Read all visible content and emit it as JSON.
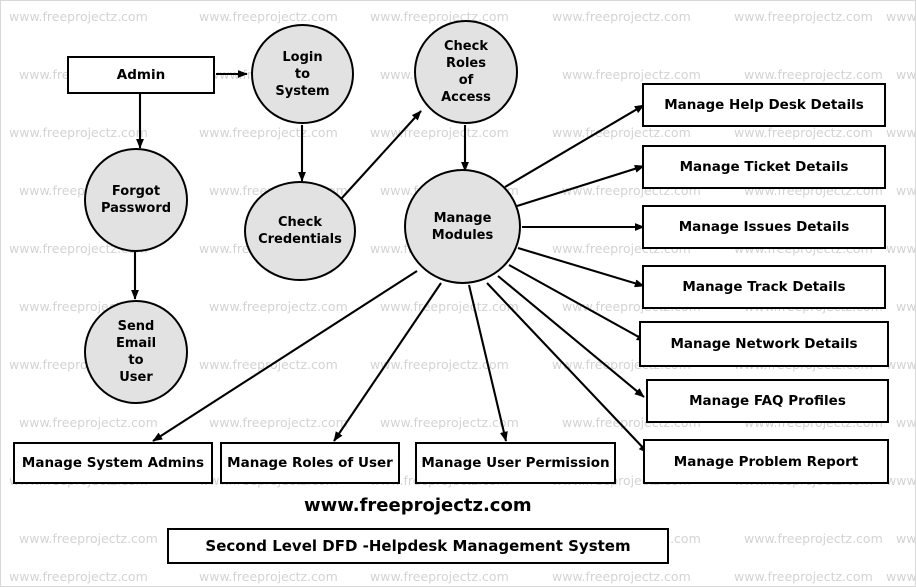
{
  "meta": {
    "diagram_title": "Second Level DFD -Helpdesk Management System",
    "site_label": "www.freeprojectz.com",
    "watermark_text": "www.freeprojectz.com",
    "colors": {
      "process_fill": "#e2e2e2",
      "box_fill": "#ffffff",
      "stroke": "#000000",
      "watermark": "#d3d3d3",
      "background": "#ffffff"
    }
  },
  "nodes": {
    "external_entity": {
      "admin": "Admin"
    },
    "processes": {
      "login_to_system": "Login\nto\nSystem",
      "check_roles_of_access": "Check\nRoles\nof\nAccess",
      "forgot_password": "Forgot\nPassword",
      "check_credentials": "Check\nCredentials",
      "send_email_to_user": "Send\nEmail\nto\nUser",
      "manage_modules": "Manage\nModules"
    },
    "right_modules": [
      "Manage Help Desk Details",
      "Manage Ticket Details",
      "Manage Issues Details",
      "Manage Track Details",
      "Manage Network Details",
      "Manage FAQ Profiles",
      "Manage Problem  Report"
    ],
    "bottom_modules": [
      "Manage System Admins",
      "Manage Roles of User",
      "Manage User Permission"
    ]
  },
  "edges": [
    {
      "from": "Admin",
      "to": "Login to System"
    },
    {
      "from": "Admin",
      "to": "Forgot Password"
    },
    {
      "from": "Login to System",
      "to": "Check Credentials"
    },
    {
      "from": "Check Credentials",
      "to": "Check Roles of Access"
    },
    {
      "from": "Check Roles of Access",
      "to": "Manage Modules"
    },
    {
      "from": "Forgot Password",
      "to": "Send Email to User"
    },
    {
      "from": "Manage Modules",
      "to": "Manage Help Desk Details"
    },
    {
      "from": "Manage Modules",
      "to": "Manage Ticket Details"
    },
    {
      "from": "Manage Modules",
      "to": "Manage Issues Details"
    },
    {
      "from": "Manage Modules",
      "to": "Manage Track Details"
    },
    {
      "from": "Manage Modules",
      "to": "Manage Network Details"
    },
    {
      "from": "Manage Modules",
      "to": "Manage FAQ Profiles"
    },
    {
      "from": "Manage Modules",
      "to": "Manage Problem  Report"
    },
    {
      "from": "Manage Modules",
      "to": "Manage System Admins"
    },
    {
      "from": "Manage Modules",
      "to": "Manage Roles of User"
    },
    {
      "from": "Manage Modules",
      "to": "Manage User Permission"
    }
  ],
  "watermarks": {
    "columns_x": [
      8,
      198,
      369,
      551,
      733,
      885
    ],
    "rows_y": [
      8,
      66,
      124,
      182,
      240,
      298,
      356,
      414,
      472,
      530,
      568
    ]
  }
}
